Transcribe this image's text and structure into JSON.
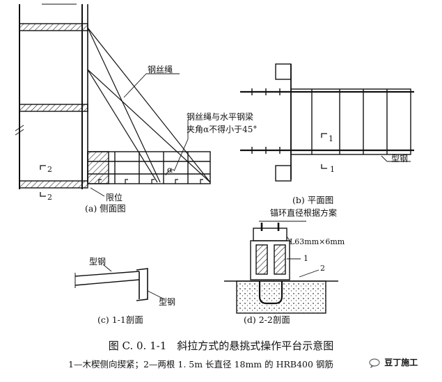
{
  "side_view": {
    "wire_rope_label": "钢丝绳",
    "angle_note_line1": "钢丝绳与水平钢梁",
    "angle_note_line2": "夹角α不得小于45°",
    "alpha_label": "α",
    "section_mark": "2",
    "limit_label": "限位",
    "caption": "(a) 侧面图"
  },
  "plan_view": {
    "section_mark": "1",
    "steel_label": "型钢",
    "caption": "(b) 平面图"
  },
  "section_11": {
    "steel_label_top": "型钢",
    "steel_label_bottom": "型钢",
    "caption": "(c) 1-1剖面"
  },
  "section_22": {
    "anchor_note": "锚环直径根据方案",
    "angle_steel": "L63mm×6mm",
    "callout_1": "1",
    "callout_2": "2",
    "caption": "(d) 2-2剖面"
  },
  "figure_title": "图 C. 0. 1-1　斜拉方式的悬挑式操作平台示意图",
  "figure_note": "1—木楔侧向揳紧；2—两根 1. 5m 长直径 18mm 的 HRB400 钢筋",
  "watermark": "豆丁施工"
}
